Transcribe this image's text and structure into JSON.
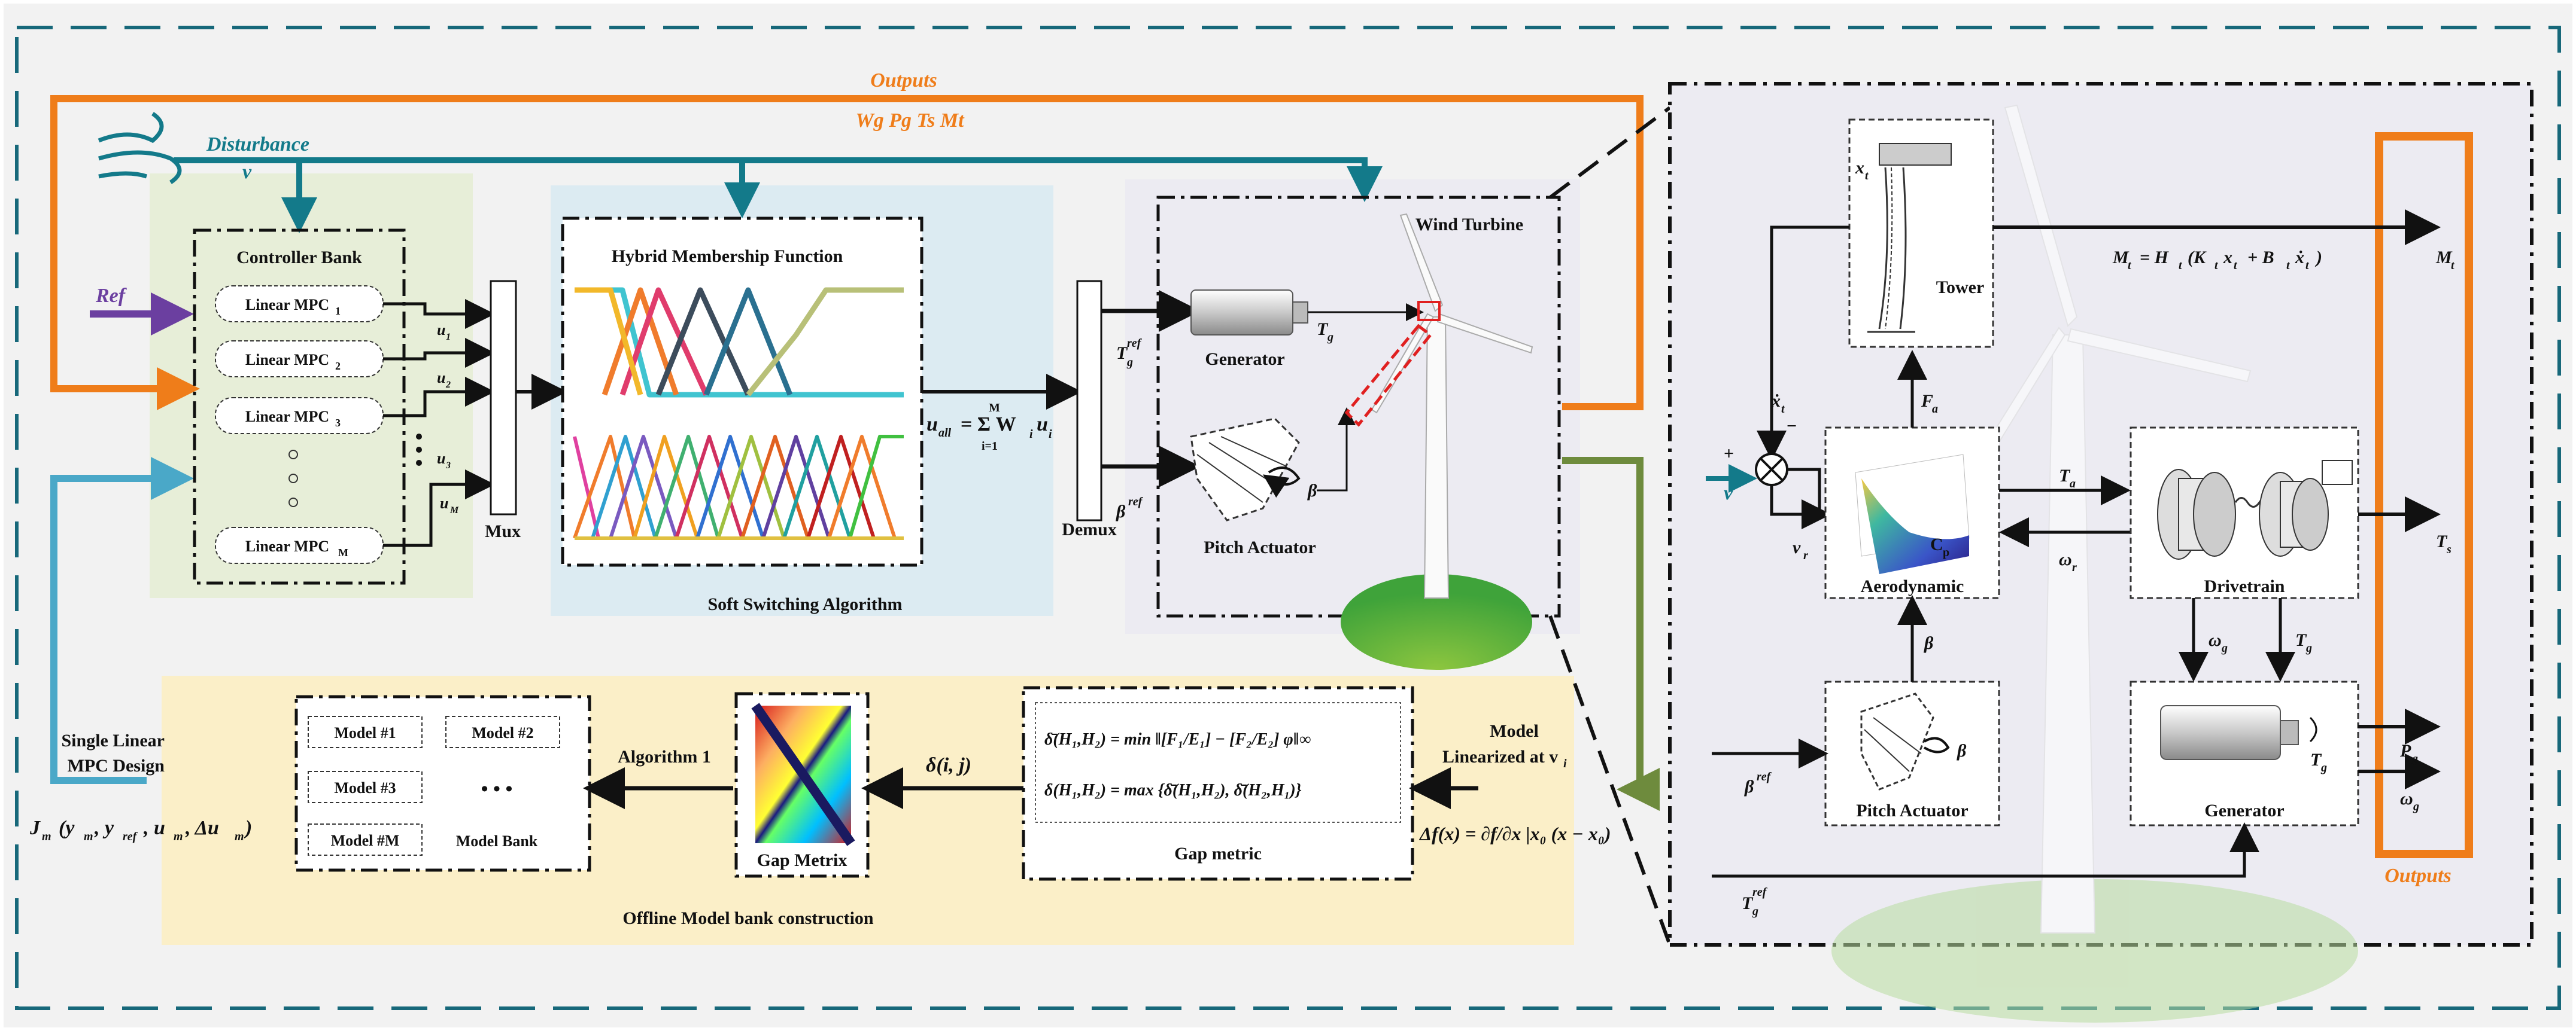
{
  "labels": {
    "outputs_top": "Outputs",
    "outputs_top_list": "Wg   Pg   Ts  Mt",
    "disturbance": "Disturbance",
    "disturbance_var": "v",
    "ref": "Ref",
    "controller_bank": "Controller Bank",
    "mpc1": "Linear MPC",
    "mpc1_sub": "1",
    "mpc2": "Linear MPC",
    "mpc2_sub": "2",
    "mpc3": "Linear MPC",
    "mpc3_sub": "3",
    "mpcM": "Linear MPC",
    "mpcM_sub": "M",
    "u1": "u",
    "u1_sub": "1",
    "u2": "u",
    "u2_sub": "2",
    "u3": "u",
    "u3_sub": "3",
    "uM": "u",
    "uM_sub": "M",
    "mux": "Mux",
    "hybrid_mf": "Hybrid Membership Function",
    "soft_switching": "Soft Switching Algorithm",
    "u_all": "u",
    "u_all_sub": "all",
    "u_all_eq": "= Σ W",
    "u_all_i": "u",
    "sum_top": "M",
    "sum_bottom": "i=1",
    "demux": "Demux",
    "tg_ref": "T",
    "tg_ref_sub": "g",
    "tg_ref_sup": "ref",
    "beta_ref_left": "β",
    "beta_ref_left_sup": "ref",
    "generator": "Generator",
    "tg": "T",
    "tg_sub": "g",
    "beta": "β",
    "pitch_actuator": "Pitch Actuator",
    "wind_turbine": "Wind Turbine",
    "single_mpc": "Single Linear",
    "single_mpc_2": "MPC Design",
    "cost_fn": "J",
    "cost_fn_sub": "m",
    "cost_fn_args": "(y",
    "cost_fn_rest": ", y",
    "cost_fn_ref": "ref",
    "cost_fn_end": ", u",
    "cost_fn_m": "m",
    "cost_fn_delta": ", Δu",
    "cost_fn_close": ")",
    "model1": "Model #1",
    "model2": "Model #2",
    "model3": "Model #3",
    "modelM": "Model #M",
    "model_bank": "Model Bank",
    "dots": "• • •",
    "algorithm1": "Algorithm 1",
    "gap_metrix": "Gap Metrix",
    "delta_ij": "δ(i, j)",
    "gap_eq1": "δ̄(H₁,H₂) = min ‖[F₁/E₁] − [F₂/E₂] φ‖∞",
    "gap_eq2": "δ(H₁,H₂) = max {δ̄(H₁,H₂), δ̄(H₂,H₁)}",
    "gap_metric": "Gap metric",
    "model_linearized": "Model",
    "model_linearized_2": "Linearized at v",
    "model_linearized_sub": "i",
    "linearization": "Δf(x) = ∂f/∂x |x₀ (x − x₀)",
    "offline": "Offline Model bank construction",
    "tower": "Tower",
    "xt": "x",
    "xt_sub": "t",
    "xt_dot": "ẋ",
    "xt_dot_sub": "t",
    "mt_eq": "M",
    "mt_eq_sub": "t",
    "mt_eq_rhs": "= H",
    "mt_eq_rest": "(K",
    "mt_eq_x": "x",
    "mt_eq_plus": "+ B",
    "mt_eq_xdot": "ẋ",
    "mt_eq_close": ")",
    "mt_out": "M",
    "mt_out_sub": "t",
    "fa": "F",
    "fa_sub": "a",
    "v_in": "v",
    "plus": "+",
    "minus": "−",
    "vr": "v",
    "vr_sub": "r",
    "aerodynamic": "Aerodynamic",
    "cp": "C",
    "cp_sub": "p",
    "ta": "T",
    "ta_sub": "a",
    "omega_r": "ω",
    "omega_r_sub": "r",
    "drivetrain": "Drivetrain",
    "ts_out": "T",
    "ts_out_sub": "s",
    "omega_g": "ω",
    "omega_g_sub": "g",
    "tg_right": "T",
    "tg_right_sub": "g",
    "beta_right": "β",
    "beta_ref_right": "β",
    "beta_ref_right_sup": "ref",
    "pitch_actuator_right": "Pitch Actuator",
    "generator_right": "Generator",
    "tg_gen": "T",
    "tg_gen_sub": "g",
    "beta_pa": "β",
    "pg_out": "P",
    "pg_out_sub": "g",
    "wg_out": "ω",
    "wg_out_sub": "g",
    "tg_ref_bottom": "T",
    "tg_ref_bottom_sub": "g",
    "tg_ref_bottom_sup": "ref",
    "outputs_right": "Outputs"
  },
  "colors": {
    "orange": "#ef7d1a",
    "teal": "#137a8a",
    "light_blue": "#4aa8c8",
    "purple": "#6b3fa0",
    "olive": "#6e8b3d",
    "red": "#e02020",
    "frame_dash": "#17687a",
    "bg_panel": "#f2f2f2",
    "controller_bg": "#e7eed8",
    "soft_bg": "#dcebf2",
    "offline_bg": "#fbefc8",
    "turbine_bg": "#ecebf2"
  },
  "icons": [
    "wind-icon",
    "generator-icon",
    "pitch-actuator-icon",
    "wind-turbine-icon",
    "tower-icon",
    "cp-surface-icon",
    "drivetrain-icon",
    "gap-matrix-heatmap"
  ]
}
